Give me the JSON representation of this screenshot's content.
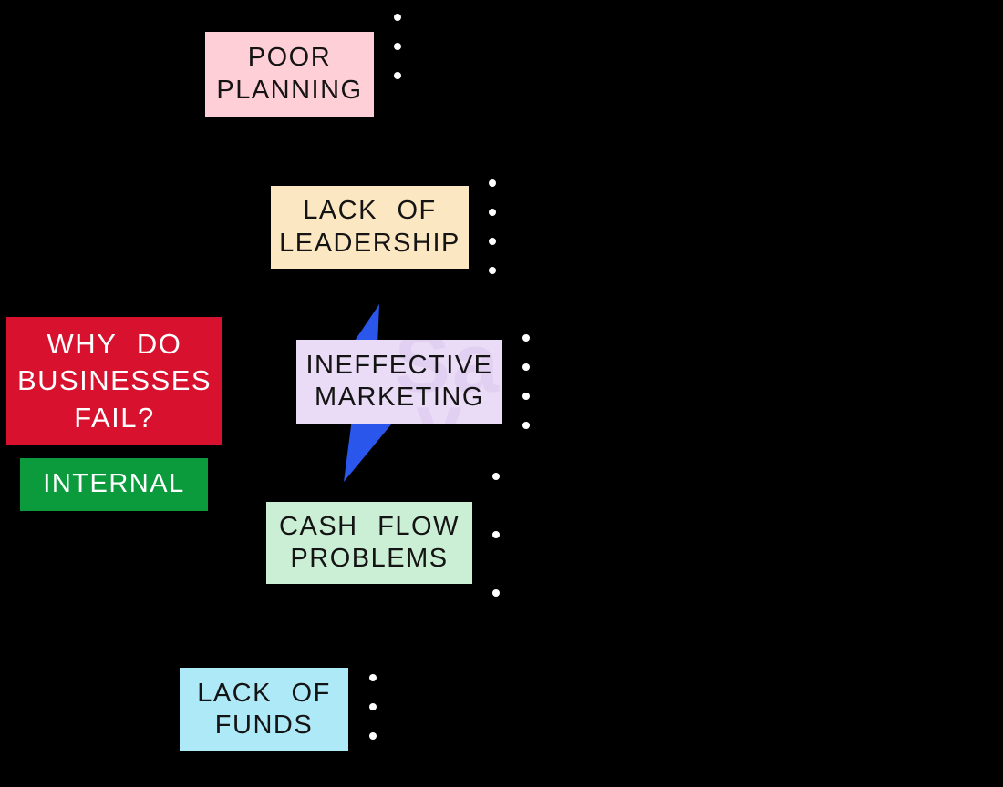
{
  "background_color": "#000000",
  "title_box": {
    "text": "WHY DO\nBUSINESSES\nFAIL?",
    "bg": "#D8112E",
    "text_color": "#FFFFFF"
  },
  "category_box": {
    "text": "INTERNAL",
    "bg": "#0B9B3C",
    "text_color": "#FFFFFF"
  },
  "causes": [
    {
      "name": "poor-planning",
      "text": "POOR\nPLANNING",
      "bg": "#FFCFD8",
      "bullets": 3
    },
    {
      "name": "lack-of-leadership",
      "text": "LACK OF\nLEADERSHIP",
      "bg": "#FBE7C1",
      "bullets": 4
    },
    {
      "name": "ineffective-marketing",
      "text": "INEFFECTIVE\nMARKETING",
      "bg": "#EADCF6",
      "bullets": 4
    },
    {
      "name": "cash-flow-problems",
      "text": "CASH FLOW\nPROBLEMS",
      "bg": "#CBEFD4",
      "bullets": 3
    },
    {
      "name": "lack-of-funds",
      "text": "LACK OF\nFUNDS",
      "bg": "#AEE9F7",
      "bullets": 3
    }
  ],
  "bolt_color": "#2B56EC",
  "dot_color": "#FFFFFF",
  "watermark": {
    "part1": "Sa",
    "part2": "y"
  }
}
